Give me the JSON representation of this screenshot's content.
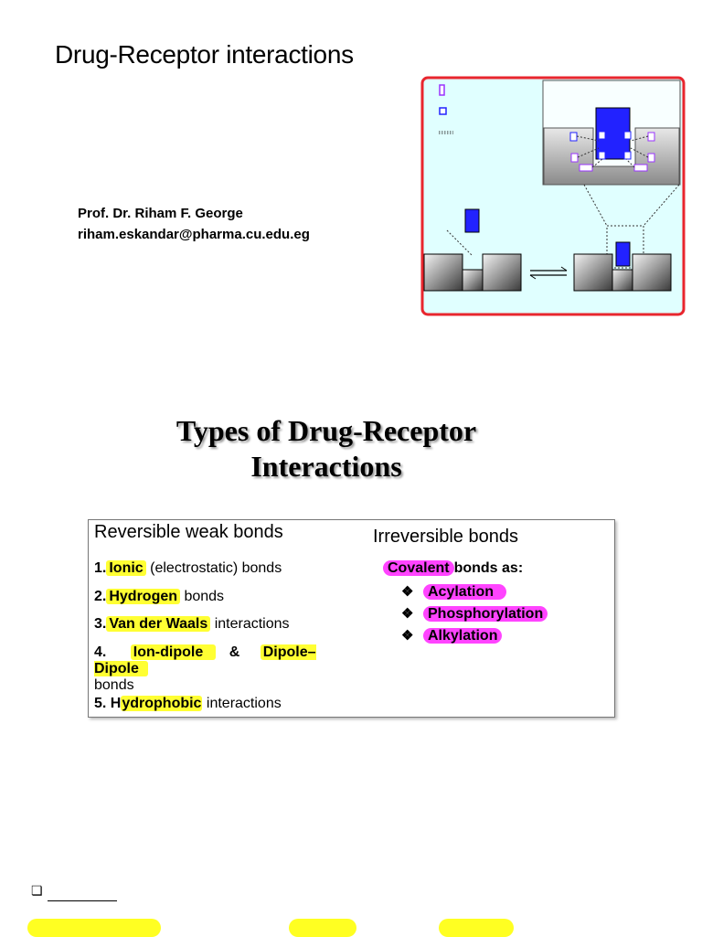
{
  "slide1": {
    "title": "Drug-Receptor interactions",
    "author_name": "Prof. Dr. Riham F. George",
    "author_email": "riham.eskandar@pharma.cu.edu.eg"
  },
  "slide2": {
    "title_line1": "Types of Drug-Receptor",
    "title_line2": "Interactions",
    "left_heading": "Reversible weak bonds",
    "right_heading": "Irreversible bonds",
    "left_items": [
      {
        "num": "1.",
        "highlight": "Ionic",
        "rest": " (electrostatic) bonds"
      },
      {
        "num": "2.",
        "highlight": "Hydrogen",
        "rest": " bonds"
      },
      {
        "num": "3.",
        "highlight": "Van der Waals",
        "rest": " interactions"
      },
      {
        "num": "4.",
        "highlight": "Ion-dipole",
        "mid": "&",
        "highlight2": "Dipole–Dipole",
        "rest": "bonds"
      },
      {
        "num": "5. H",
        "highlight": "ydrophobic",
        "rest": " interactions"
      }
    ],
    "right_intro_highlight": "Covalent",
    "right_intro_rest": "bonds as:",
    "right_items": [
      "Acylation",
      "Phosphorylation",
      "Alkylation"
    ],
    "bullet_glyph": "❖"
  },
  "footer": {
    "checkbox_glyph": "❏"
  },
  "colors": {
    "yellow_highlight": "#ffff33",
    "magenta_highlight": "#ff44ff",
    "figure_border": "#e8262e",
    "figure_bg": "#e0ffff",
    "drug_blue": "#1a1aff"
  }
}
